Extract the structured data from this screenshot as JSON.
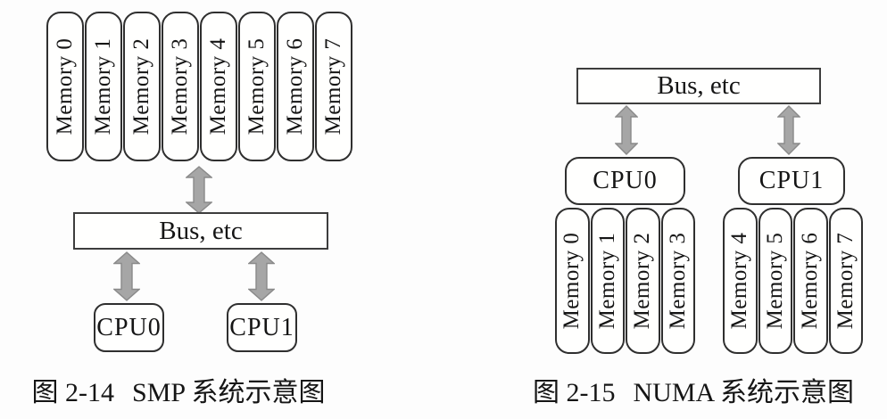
{
  "figures": {
    "smp": {
      "caption_number": "图 2-14",
      "caption_title": "SMP 系统示意图",
      "bus_label": "Bus, etc",
      "memories": [
        "Memory 0",
        "Memory 1",
        "Memory 2",
        "Memory 3",
        "Memory 4",
        "Memory 5",
        "Memory 6",
        "Memory 7"
      ],
      "cpus": [
        "CPU0",
        "CPU1"
      ]
    },
    "numa": {
      "caption_number": "图 2-15",
      "caption_title": "NUMA 系统示意图",
      "bus_label": "Bus, etc",
      "nodes": [
        {
          "cpu": "CPU0",
          "memories": [
            "Memory 0",
            "Memory 1",
            "Memory 2",
            "Memory 3"
          ]
        },
        {
          "cpu": "CPU1",
          "memories": [
            "Memory 4",
            "Memory 5",
            "Memory 6",
            "Memory 7"
          ]
        }
      ]
    }
  },
  "colors": {
    "arrow_fill": "#a6a6a6",
    "arrow_stroke": "#8a8a8a",
    "box_border": "#2f2f2f",
    "text": "#151515",
    "background": "#fdfdfd"
  }
}
